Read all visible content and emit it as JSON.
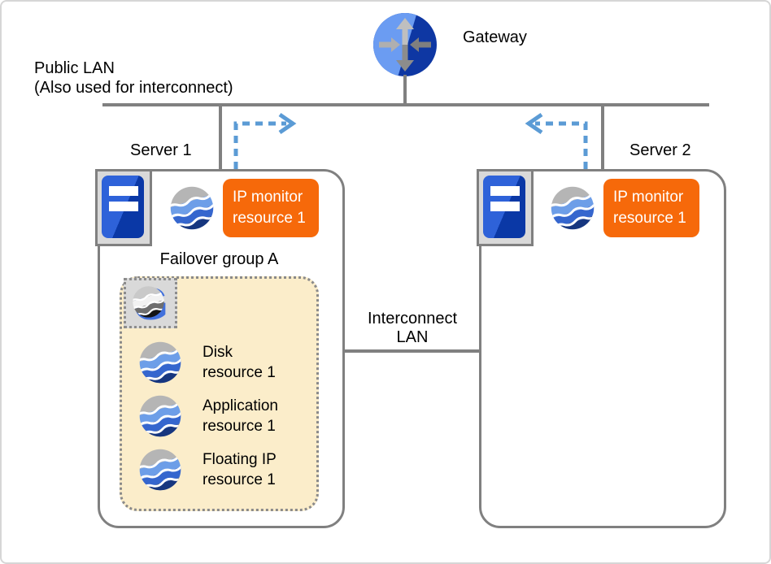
{
  "public_lan": {
    "line1": "Public LAN",
    "line2": "(Also used for interconnect)"
  },
  "gateway": {
    "label": "Gateway"
  },
  "interconnect": {
    "line1": "Interconnect",
    "line2": "LAN"
  },
  "server1": {
    "label": "Server 1",
    "ip_monitor": {
      "line1": "IP monitor",
      "line2": "resource 1"
    },
    "failover_group": {
      "title": "Failover group A",
      "resources": [
        {
          "line1": "Disk",
          "line2": "resource 1"
        },
        {
          "line1": "Application",
          "line2": "resource 1"
        },
        {
          "line1": "Floating IP",
          "line2": "resource 1"
        }
      ]
    }
  },
  "server2": {
    "label": "Server 2",
    "ip_monitor": {
      "line1": "IP monitor",
      "line2": "resource 1"
    }
  },
  "icons": {
    "gateway": "router-gateway-icon",
    "server": "server-tower-icon",
    "resource": "cluster-resource-sphere-icon",
    "group": "failover-group-g-icon",
    "monitor_arrow": "dashed-monitor-arrow"
  },
  "colors": {
    "line_gray": "#808080",
    "arrow_blue": "#5b9bd5",
    "badge_orange": "#f6690a",
    "group_fill": "#fbedca",
    "icon_bg": "#d9d9d9",
    "server_blue_light": "#2e62d9",
    "server_blue_dark": "#0a38a6",
    "gateway_blue_light": "#6b9cf2",
    "gateway_blue_dark": "#0e37a3"
  }
}
